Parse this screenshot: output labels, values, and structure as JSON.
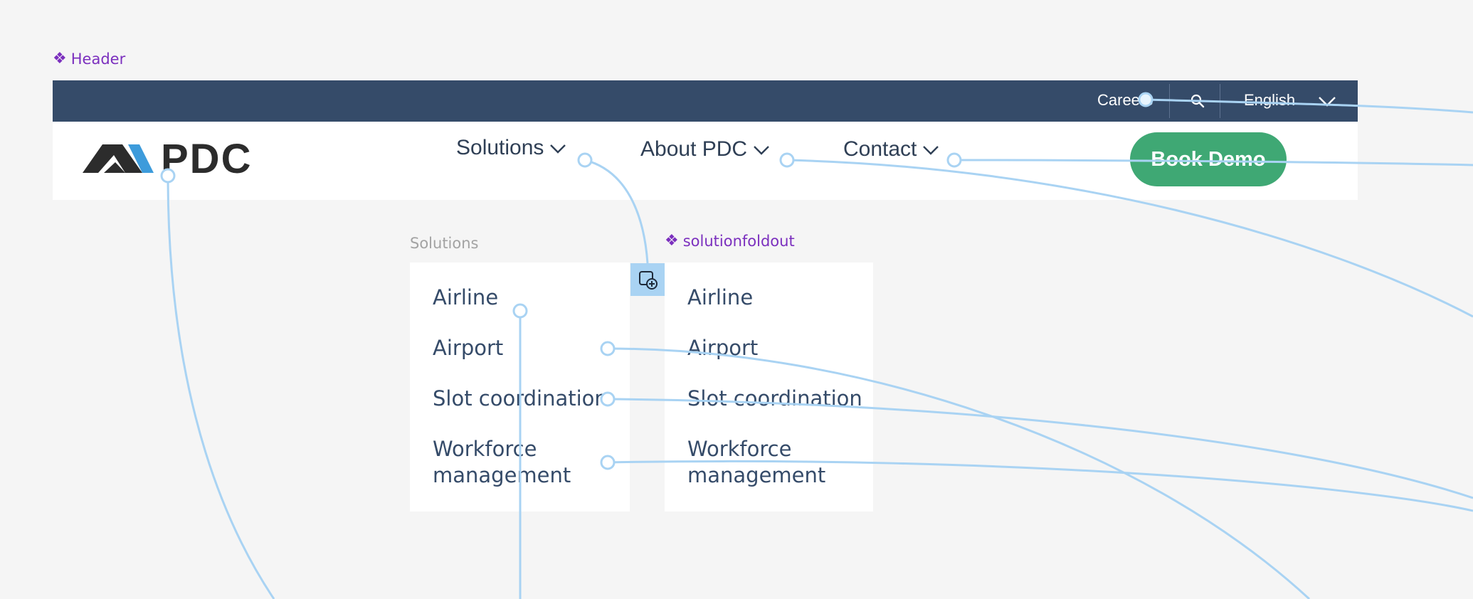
{
  "labels": {
    "header_component": "Header",
    "foldout_component": "solutionfoldout",
    "solutions_frame": "Solutions"
  },
  "topbar": {
    "careers": "Careers",
    "language": "English",
    "icons": {
      "search": "search-icon",
      "language_dropdown": "chevron-down-icon"
    }
  },
  "logo": {
    "text": "PDC"
  },
  "nav": {
    "solutions": "Solutions",
    "about": "About PDC",
    "contact": "Contact"
  },
  "cta": {
    "book_demo": "Book Demo"
  },
  "menu_items": [
    "Airline",
    "Airport",
    "Slot coordination",
    "Workforce management"
  ],
  "foldout_items": [
    "Airline",
    "Airport",
    "Slot coordination",
    "Workforce management"
  ],
  "colors": {
    "topbar": "#354b69",
    "primary_text": "#354b69",
    "cta": "#3fa874",
    "component_label": "#7b2fbe",
    "prototype_line": "#a9d3f3",
    "canvas": "#f5f5f5"
  }
}
